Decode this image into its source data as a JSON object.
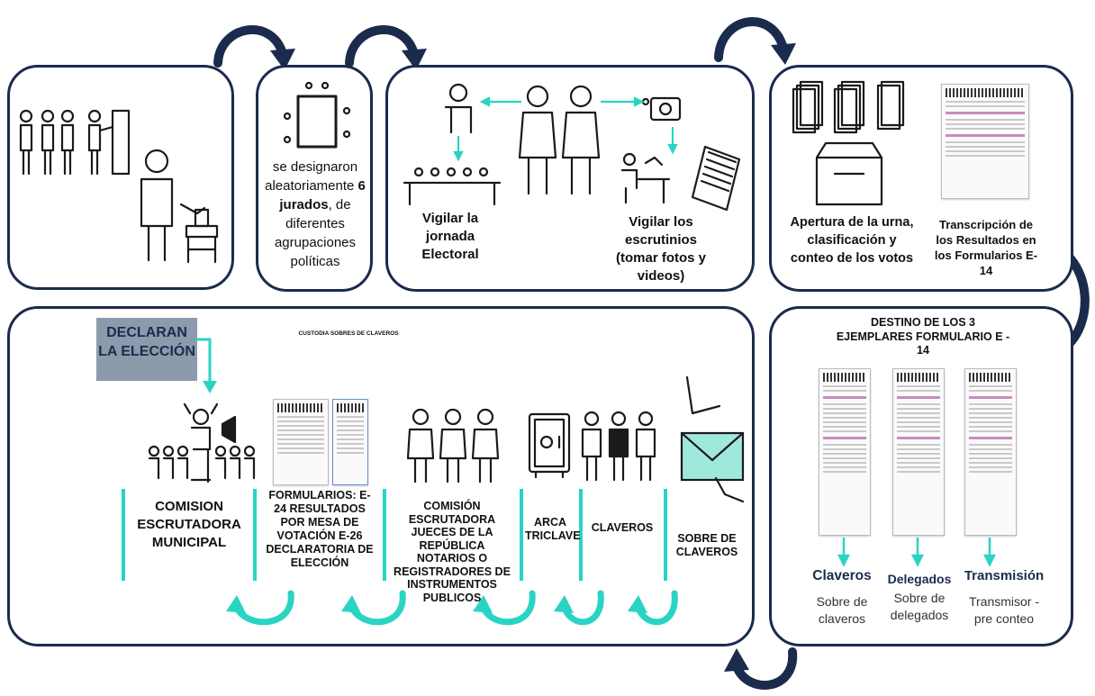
{
  "panel_jurados": {
    "text_pre": "se designaron aleatoriamente",
    "text_bold": "6 jurados",
    "text_post": ", de diferentes agrupaciones políticas"
  },
  "panel_testigos": {
    "vigilar_jornada": "Vigilar la jornada Electoral",
    "vigilar_escrutinios": "Vigilar los escrutinios",
    "vigilar_escrutinios_sub": "(tomar fotos y videos)"
  },
  "panel_urna": {
    "apertura": "Apertura de la urna, clasificación y conteo de los votos",
    "transcripcion": "Transcripción de los Resultados en los Formularios E-14"
  },
  "panel_destino": {
    "title": "DESTINO DE LOS 3 EJEMPLARES FORMULARIO E - 14",
    "items": [
      {
        "label": "Claveros",
        "sub": "Sobre de claveros"
      },
      {
        "label": "Delegados",
        "sub": "Sobre de delegados"
      },
      {
        "label": "Transmisión",
        "sub": "Transmisor - pre conteo"
      }
    ]
  },
  "panel_custodia": {
    "declaran": "DECLARAN LA ELECCIÓN",
    "custodia_label": "CUSTODIA SOBRES DE CLAVEROS",
    "steps": [
      {
        "text": "COMISION ESCRUTADORA MUNICIPAL"
      },
      {
        "text": "FORMULARIOS: E-24 RESULTADOS POR MESA DE VOTACIÓN E-26 DECLARATORIA DE ELECCIÓN"
      },
      {
        "text": "COMISIÓN ESCRUTADORA JUECES DE LA REPÚBLICA NOTARIOS O REGISTRADORES DE INSTRUMENTOS PUBLICOS"
      },
      {
        "text": "ARCA TRICLAVE"
      },
      {
        "text": "CLAVEROS"
      },
      {
        "text": "SOBRE DE CLAVEROS"
      }
    ]
  },
  "colors": {
    "navy": "#1b2b4d",
    "teal": "#2ad4c4",
    "declaran_bg": "#8d9aab"
  }
}
